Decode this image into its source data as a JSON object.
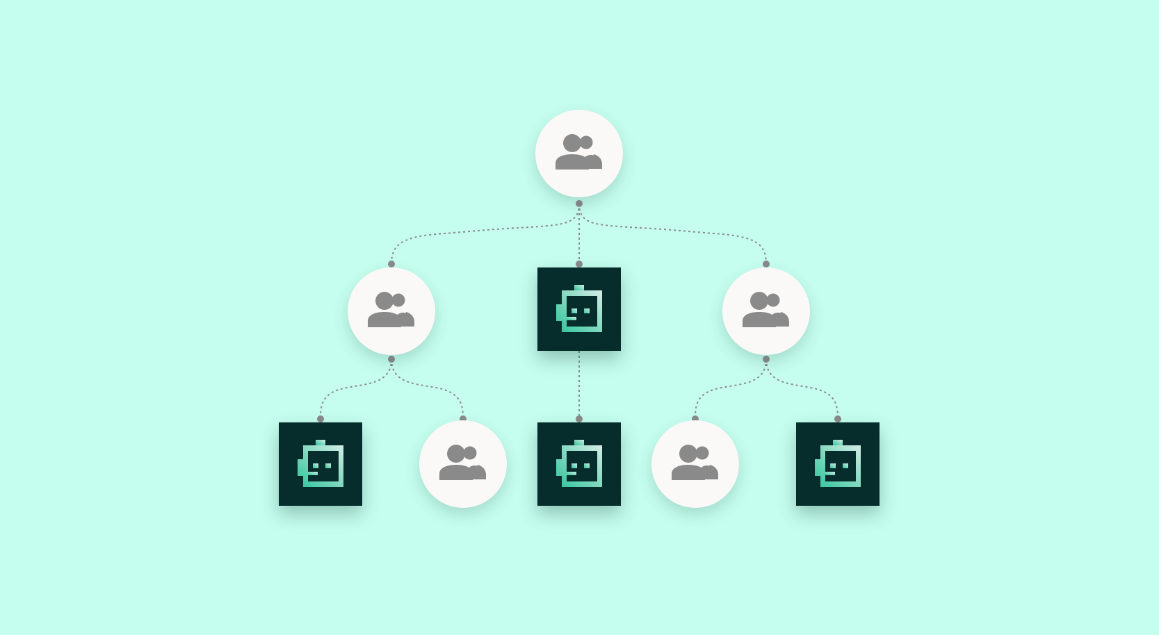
{
  "colors": {
    "background": "#c5fdee",
    "connector": "#8a8a8a",
    "group_node_fill": "#fbf9f7",
    "group_icon": "#8a8a8a",
    "bot_node_fill": "#062d2b",
    "bot_icon_gradient_start": "#2ec49a",
    "bot_icon_gradient_end": "#d4ede6"
  },
  "nodes": [
    {
      "id": "root",
      "kind": "group",
      "icon": "people-group-icon"
    },
    {
      "id": "level1-left",
      "kind": "group",
      "icon": "people-group-icon",
      "parent": "root"
    },
    {
      "id": "level1-center",
      "kind": "bot",
      "icon": "robot-icon",
      "parent": "root"
    },
    {
      "id": "level1-right",
      "kind": "group",
      "icon": "people-group-icon",
      "parent": "root"
    },
    {
      "id": "level2-1",
      "kind": "bot",
      "icon": "robot-icon",
      "parent": "level1-left"
    },
    {
      "id": "level2-2",
      "kind": "group",
      "icon": "people-group-icon",
      "parent": "level1-left"
    },
    {
      "id": "level2-3",
      "kind": "bot",
      "icon": "robot-icon",
      "parent": "level1-center"
    },
    {
      "id": "level2-4",
      "kind": "group",
      "icon": "people-group-icon",
      "parent": "level1-right"
    },
    {
      "id": "level2-5",
      "kind": "bot",
      "icon": "robot-icon",
      "parent": "level1-right"
    }
  ]
}
